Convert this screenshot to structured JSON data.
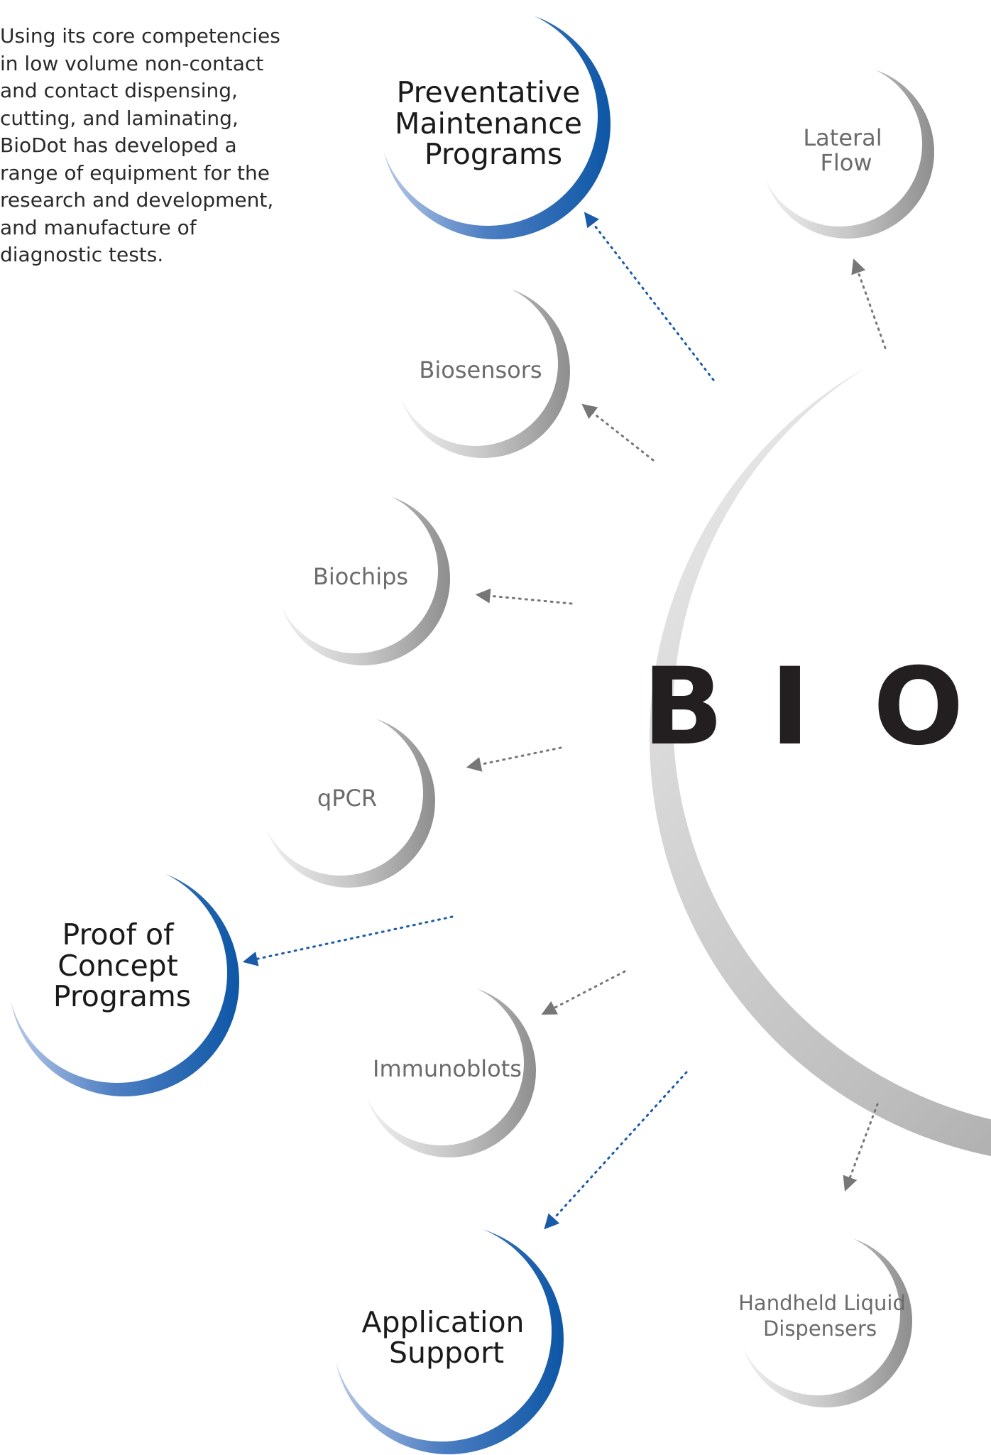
{
  "intro": "Using its core competencies in low volume non-contact and contact dispensing, cutting, and laminating, BioDot has developed a range of equipment for the research and development, and manufacture of diagnostic tests.",
  "hub": {
    "letters": [
      "B",
      "I",
      "O"
    ]
  },
  "nodes": {
    "preventative": {
      "lines": [
        "Preventative",
        "Maintenance",
        "Programs"
      ]
    },
    "lateral_flow": {
      "lines": [
        "Lateral",
        "Flow"
      ]
    },
    "biosensors": {
      "lines": [
        "Biosensors"
      ]
    },
    "biochips": {
      "lines": [
        "Biochips"
      ]
    },
    "qpcr": {
      "lines": [
        "qPCR"
      ]
    },
    "proof_of_concept": {
      "lines": [
        "Proof of",
        "Concept",
        "Programs"
      ]
    },
    "immunoblots": {
      "lines": [
        "Immunoblots"
      ]
    },
    "application_support": {
      "lines": [
        "Application",
        "Support"
      ]
    },
    "handheld": {
      "lines": [
        "Handheld Liquid",
        "Dispensers"
      ]
    }
  },
  "colors": {
    "blue_accent": "#1a5aa8",
    "grey_arrow": "#777777",
    "hub_letters": "#231f20"
  }
}
